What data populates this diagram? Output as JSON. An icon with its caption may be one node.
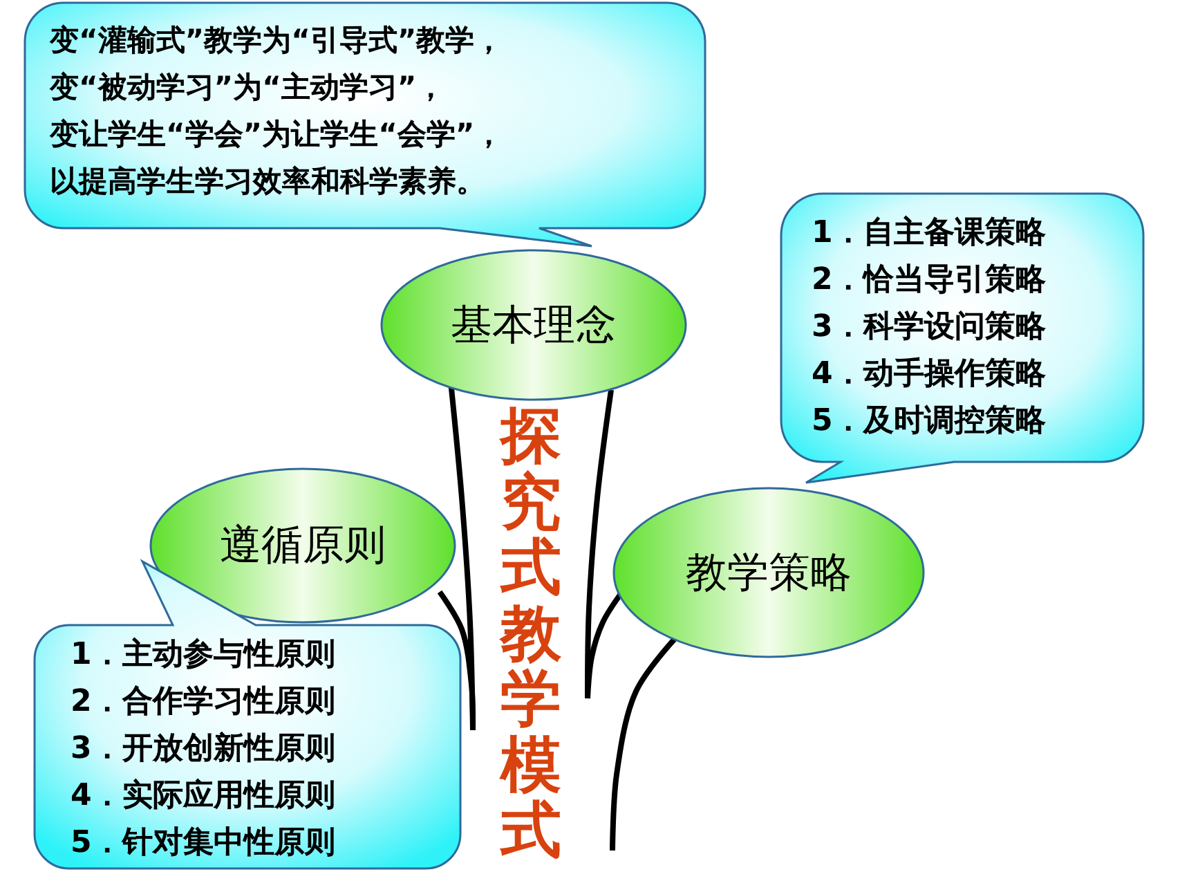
{
  "diagram": {
    "nodes": [
      {
        "text": [
          "变“灌输式”教学为“引导式”教学，",
          "变“被动学习”为“主动学习”，",
          "变让学生“学会”为让学生“会学”，",
          "以提高学生学习效率和科学素养。"
        ]
      },
      {
        "text": [
          "基本理念"
        ]
      },
      {
        "text": [
          "1．自主备课策略",
          "2．恰当导引策略",
          "3．科学设问策略",
          "4．动手操作策略",
          "5．及时调控策略"
        ]
      },
      {
        "text": [
          "教学策略"
        ]
      },
      {
        "text": [
          "遵循原则"
        ]
      },
      {
        "text": [
          "1．主动参与性原则",
          "2．合作学习性原则",
          "3．开放创新性原则",
          "4．实际应用性原则",
          "5．针对集中性原则"
        ]
      }
    ],
    "labels": [
      "探究式教学模式"
    ]
  }
}
